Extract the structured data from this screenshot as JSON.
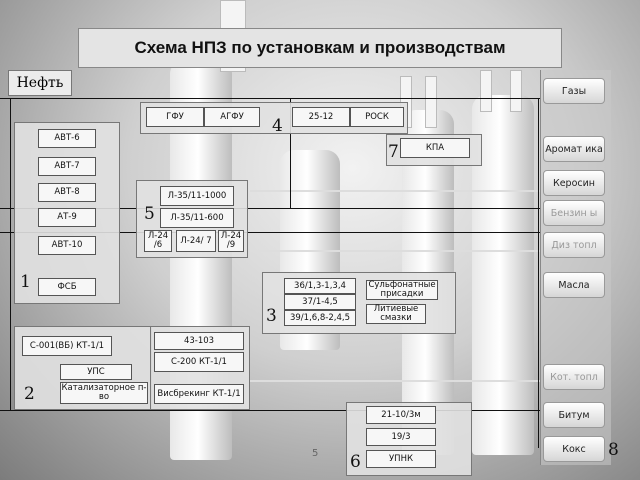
{
  "title": "Схема НПЗ по установкам и производствам",
  "oil_label": "Нефть",
  "page_number": "5",
  "group1": {
    "number": "1",
    "units": [
      "АВТ-6",
      "АВТ-7",
      "АВТ-8",
      "АТ-9",
      "АВТ-10",
      "ФСБ"
    ]
  },
  "group2": {
    "number": "2",
    "units": [
      "С-001(ВБ) КТ-1/1",
      "УПС",
      "Катализаторное п-во"
    ]
  },
  "group2b": {
    "units": [
      "43-103",
      "С-200 КТ-1/1",
      "Висбрекинг КТ-1/1"
    ]
  },
  "group3": {
    "number": "3",
    "units": [
      "36/1,3-1,3,4",
      "37/1-4,5",
      "39/1,6,8-2,4,5",
      "Сульфонатные присадки",
      "Литиевые смазки"
    ]
  },
  "group4": {
    "number": "4",
    "units": [
      "ГФУ",
      "АГФУ",
      "25-12",
      "РОСК"
    ]
  },
  "group5": {
    "number": "5",
    "units": [
      "Л-35/11-1000",
      "Л-35/11-600",
      "Л-24 /6",
      "Л-24/ 7",
      "Л-24 /9"
    ]
  },
  "group6": {
    "number": "6",
    "units": [
      "21-10/3м",
      "19/3",
      "УПНК"
    ]
  },
  "group7": {
    "number": "7",
    "units": [
      "КПА"
    ]
  },
  "group8": {
    "number": "8"
  },
  "products": [
    "Газы",
    "Аромат ика",
    "Керосин",
    "Бензин ы",
    "Диз топл",
    "Масла",
    "Кот. топл",
    "Битум",
    "Кокс"
  ]
}
